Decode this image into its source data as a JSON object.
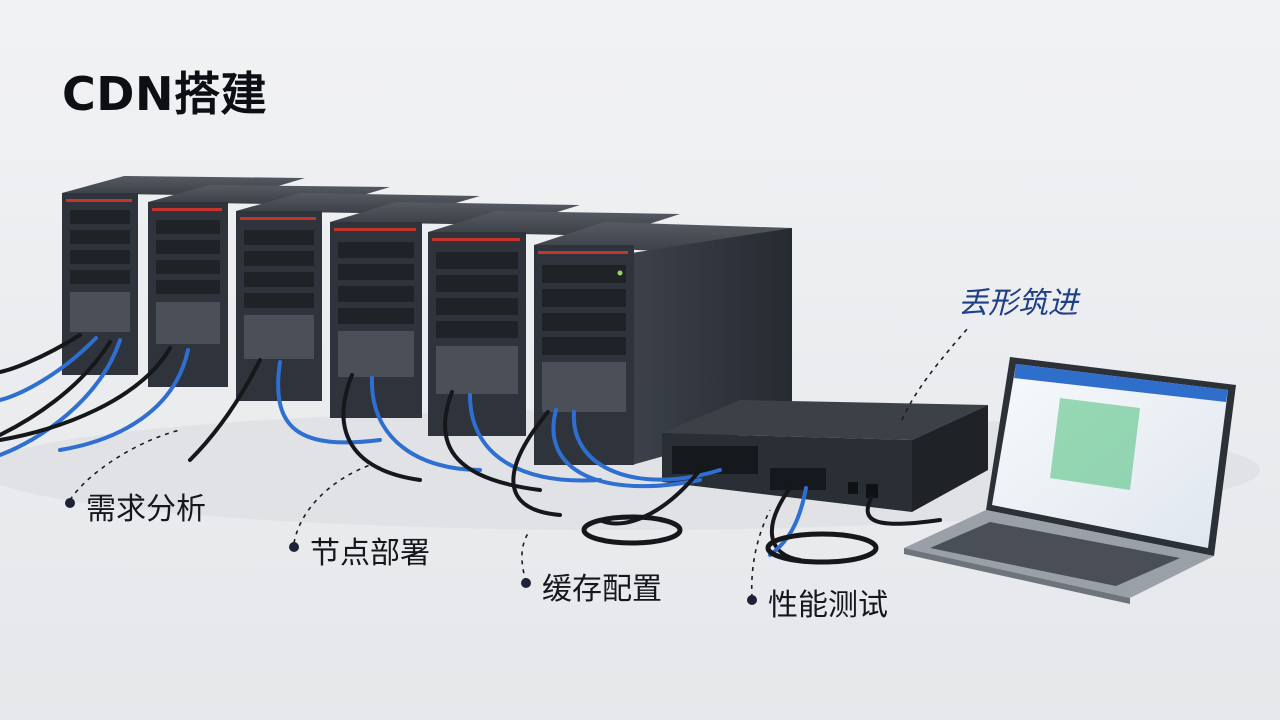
{
  "title": "CDN搭建",
  "handwritten_label": "丢形筑进",
  "steps": [
    {
      "label": "需求分析"
    },
    {
      "label": "节点部署"
    },
    {
      "label": "缓存配置"
    },
    {
      "label": "性能测试"
    }
  ],
  "colors": {
    "background": "#eceef1",
    "server_body": "#2b3038",
    "server_face": "#3a3f48",
    "cable_blue": "#2e6fd1",
    "cable_black": "#15171a",
    "accent_red": "#c8332b",
    "handwriting": "#1f3f86"
  }
}
